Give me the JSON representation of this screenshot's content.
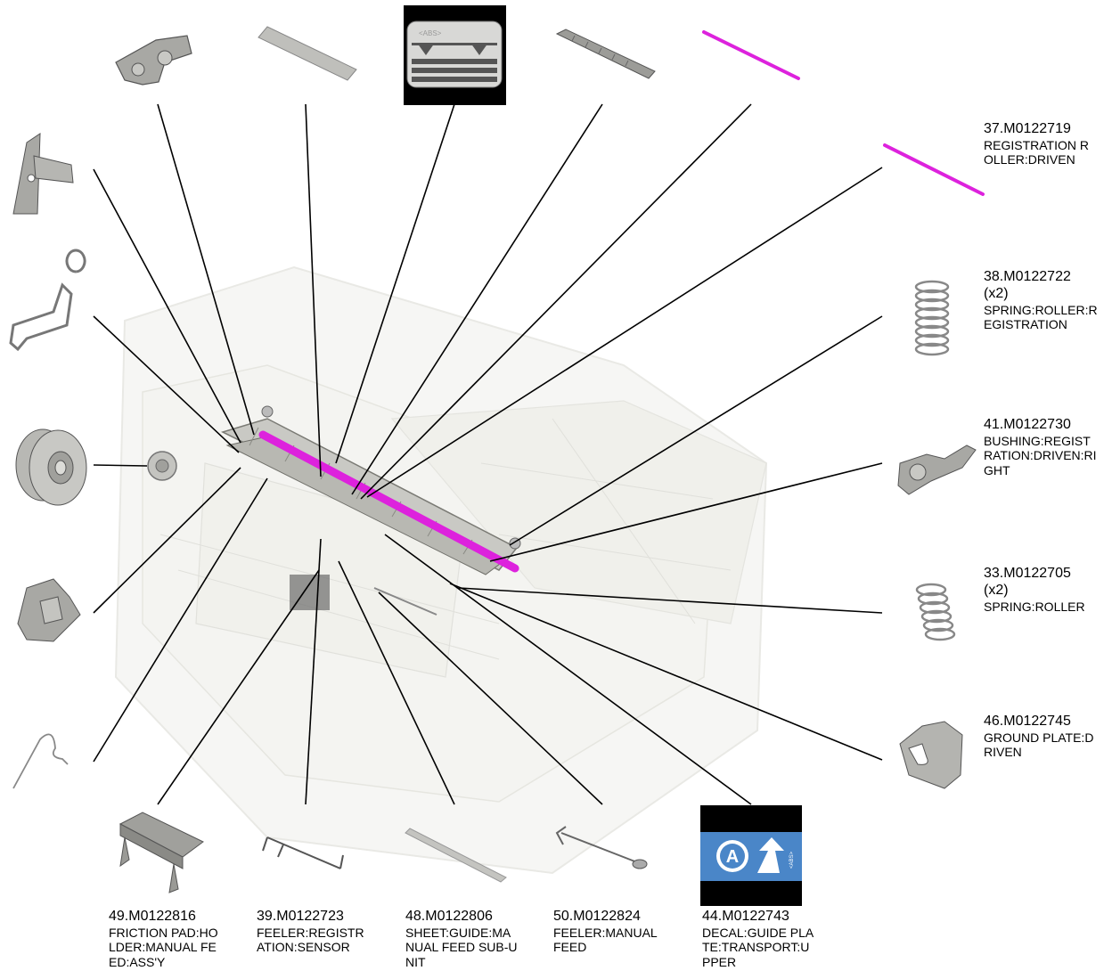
{
  "diagram": {
    "callouts_right": [
      {
        "part_number": "37.M0122719",
        "quantity": "",
        "name": "REGISTRATION R\nOLLER:DRIVEN"
      },
      {
        "part_number": "38.M0122722",
        "quantity": "(x2)",
        "name": "SPRING:ROLLER:R\nEGISTRATION"
      },
      {
        "part_number": "41.M0122730",
        "quantity": "",
        "name": "BUSHING:REGIST\nRATION:DRIVEN:RI\nGHT"
      },
      {
        "part_number": "33.M0122705",
        "quantity": "(x2)",
        "name": "SPRING:ROLLER"
      },
      {
        "part_number": "46.M0122745",
        "quantity": "",
        "name": "GROUND PLATE:D\nRIVEN"
      }
    ],
    "callouts_bottom": [
      {
        "part_number": "49.M0122816",
        "quantity": "",
        "name": "FRICTION PAD:HO\nLDER:MANUAL FE\nED:ASS'Y"
      },
      {
        "part_number": "39.M0122723",
        "quantity": "",
        "name": "FEELER:REGISTR\nATION:SENSOR"
      },
      {
        "part_number": "48.M0122806",
        "quantity": "",
        "name": "SHEET:GUIDE:MA\nNUAL FEED SUB-U\nNIT"
      },
      {
        "part_number": "50.M0122824",
        "quantity": "",
        "name": "FEELER:MANUAL\nFEED"
      },
      {
        "part_number": "44.M0122743",
        "quantity": "",
        "name": "DECAL:GUIDE PLA\nTE:TRANSPORT:U\nPPER"
      }
    ],
    "decal_labels": {
      "top_decal_text": "<ABS>",
      "bottom_decal_letter": "A",
      "bottom_decal_text": "<ABS>"
    },
    "colors": {
      "highlight_roller": "#dd22dd",
      "decal_blue": "#4a86c8",
      "part_gray": "#9a9a9a"
    }
  }
}
